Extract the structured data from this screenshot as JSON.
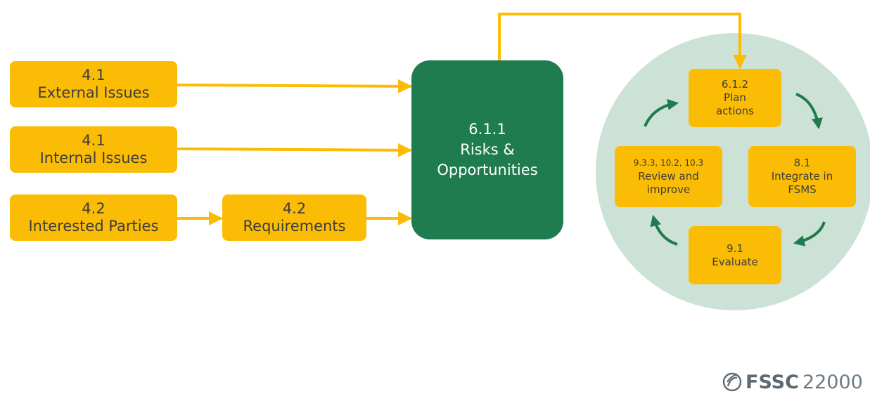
{
  "colors": {
    "yellow_box": "#fbbc05",
    "connector": "#fbbc05",
    "risks_box": "#1e7c4e",
    "cycle_circle": "#cde2d6",
    "cycle_arrow": "#1e7c4e",
    "box_text": "#3d3d3d",
    "logo_text": "#5d6a72"
  },
  "inputs": {
    "external_issues": {
      "number": "4.1",
      "label": "External Issues"
    },
    "internal_issues": {
      "number": "4.1",
      "label": "Internal Issues"
    },
    "interested_parties": {
      "number": "4.2",
      "label": "Interested Parties"
    },
    "requirements": {
      "number": "4.2",
      "label": "Requirements"
    }
  },
  "risks": {
    "number": "6.1.1",
    "line1": "Risks &",
    "line2": "Opportunities"
  },
  "cycle": {
    "plan": {
      "number": "6.1.2",
      "line1": "Plan",
      "line2": "actions"
    },
    "integrate": {
      "number": "8.1",
      "line1": "Integrate in",
      "line2": "FSMS"
    },
    "evaluate": {
      "number": "9.1",
      "line1": "Evaluate"
    },
    "review": {
      "number": "9.3.3, 10.2, 10.3",
      "line1": "Review and",
      "line2": "improve"
    }
  },
  "logo": {
    "brand": "FSSC",
    "number": "22000",
    "icon": "fssc-swirl-icon"
  }
}
